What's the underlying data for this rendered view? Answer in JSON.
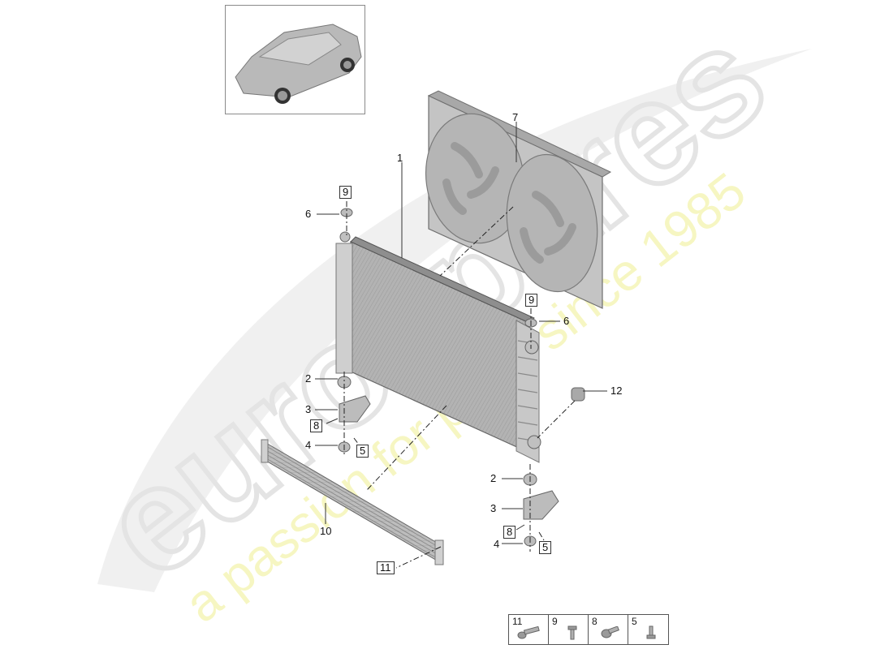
{
  "diagram": {
    "title": "Radiator / cooling fan assembly exploded parts diagram",
    "vehicle_thumbnail": "suv-vehicle-isometric",
    "watermark": {
      "brand_text": "eurospares",
      "tagline": "a passion for parts since 1985",
      "brand_color": "#e6e6e6",
      "tagline_color": "#f2f2a0"
    },
    "colors": {
      "part_fill": "#b8b8b8",
      "part_dark": "#8c8c8c",
      "line": "#333333",
      "background": "#ffffff"
    }
  },
  "callouts": [
    {
      "id": "c1",
      "label": "1",
      "boxed": false,
      "part": "radiator"
    },
    {
      "id": "c7",
      "label": "7",
      "boxed": false,
      "part": "fan-shroud-with-fans"
    },
    {
      "id": "c9a",
      "label": "9",
      "boxed": true,
      "part": "screw-top-left"
    },
    {
      "id": "c6a",
      "label": "6",
      "boxed": false,
      "part": "rubber-mount-top-left"
    },
    {
      "id": "c9b",
      "label": "9",
      "boxed": true,
      "part": "screw-top-right"
    },
    {
      "id": "c6b",
      "label": "6",
      "boxed": false,
      "part": "rubber-mount-top-right"
    },
    {
      "id": "c2a",
      "label": "2",
      "boxed": false,
      "part": "rubber-mount-bottom-left"
    },
    {
      "id": "c3a",
      "label": "3",
      "boxed": false,
      "part": "bracket-left"
    },
    {
      "id": "c8a",
      "label": "8",
      "boxed": true,
      "part": "bolt-left"
    },
    {
      "id": "c5a",
      "label": "5",
      "boxed": true,
      "part": "screw-left"
    },
    {
      "id": "c4a",
      "label": "4",
      "boxed": false,
      "part": "bushing-left"
    },
    {
      "id": "c12",
      "label": "12",
      "boxed": false,
      "part": "hose-connector"
    },
    {
      "id": "c10",
      "label": "10",
      "boxed": false,
      "part": "auxiliary-cooler"
    },
    {
      "id": "c11",
      "label": "11",
      "boxed": true,
      "part": "cooler-screw"
    },
    {
      "id": "c2b",
      "label": "2",
      "boxed": false,
      "part": "rubber-mount-bottom-right"
    },
    {
      "id": "c3b",
      "label": "3",
      "boxed": false,
      "part": "bracket-right"
    },
    {
      "id": "c8b",
      "label": "8",
      "boxed": true,
      "part": "bolt-right"
    },
    {
      "id": "c5b",
      "label": "5",
      "boxed": true,
      "part": "screw-right"
    },
    {
      "id": "c4b",
      "label": "4",
      "boxed": false,
      "part": "bushing-right"
    }
  ],
  "fastener_legend": [
    {
      "number": "11",
      "icon": "long-bolt-icon"
    },
    {
      "number": "9",
      "icon": "short-screw-icon"
    },
    {
      "number": "8",
      "icon": "flange-bolt-icon"
    },
    {
      "number": "5",
      "icon": "small-screw-icon"
    }
  ]
}
